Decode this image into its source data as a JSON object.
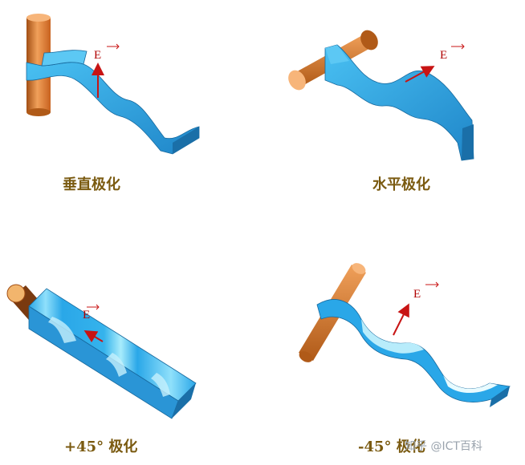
{
  "panels": {
    "vertical": {
      "caption": "垂直极化",
      "field_label": "E"
    },
    "horizontal": {
      "caption": "水平极化",
      "field_label": "E"
    },
    "plus45": {
      "caption": "+45° 极化",
      "field_label": "E"
    },
    "minus45": {
      "caption": "-45° 极化",
      "field_label": "E"
    }
  },
  "watermark": "知乎 @ICT百科",
  "colors": {
    "wave": "#2aa7e8",
    "wave_dark": "#1a6fa8",
    "wave_light": "#b8ecfb",
    "rod": "#e8843a",
    "rod_dark": "#a34f14",
    "arrow": "#c81414",
    "caption": "#7a5a10"
  }
}
